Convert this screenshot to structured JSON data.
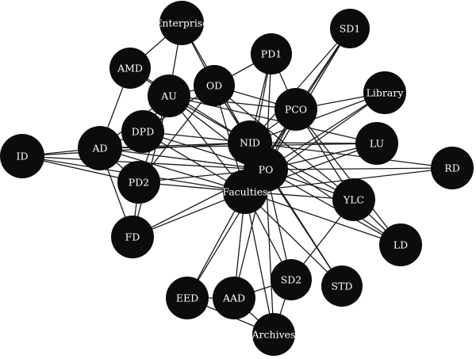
{
  "network": {
    "node_color": "#0c0c0c",
    "label_color": "#ffffff",
    "edge_color": "#1a1a1a",
    "nodes": [
      {
        "id": "enterprise",
        "label": "Enterprise"
      },
      {
        "id": "sd1",
        "label": "SD1"
      },
      {
        "id": "amd",
        "label": "AMD"
      },
      {
        "id": "pd1",
        "label": "PD1"
      },
      {
        "id": "od",
        "label": "OD"
      },
      {
        "id": "au",
        "label": "AU"
      },
      {
        "id": "library",
        "label": "Library"
      },
      {
        "id": "pco",
        "label": "PCO"
      },
      {
        "id": "dpd",
        "label": "DPD"
      },
      {
        "id": "id",
        "label": "ID"
      },
      {
        "id": "ad",
        "label": "AD"
      },
      {
        "id": "nid",
        "label": "NID"
      },
      {
        "id": "lu",
        "label": "LU"
      },
      {
        "id": "rd",
        "label": "RD"
      },
      {
        "id": "po",
        "label": "PO"
      },
      {
        "id": "pd2",
        "label": "PD2"
      },
      {
        "id": "faculties",
        "label": "Faculties"
      },
      {
        "id": "ylc",
        "label": "YLC"
      },
      {
        "id": "fd",
        "label": "FD"
      },
      {
        "id": "ld",
        "label": "LD"
      },
      {
        "id": "sd2",
        "label": "SD2"
      },
      {
        "id": "eed",
        "label": "EED"
      },
      {
        "id": "aad",
        "label": "AAD"
      },
      {
        "id": "std",
        "label": "STD"
      },
      {
        "id": "archives",
        "label": "Archives"
      }
    ],
    "edges": [
      [
        "enterprise",
        "amd"
      ],
      [
        "enterprise",
        "au"
      ],
      [
        "enterprise",
        "od"
      ],
      [
        "enterprise",
        "nid"
      ],
      [
        "amd",
        "au"
      ],
      [
        "amd",
        "ad"
      ],
      [
        "amd",
        "nid"
      ],
      [
        "au",
        "od"
      ],
      [
        "au",
        "dpd"
      ],
      [
        "au",
        "ad"
      ],
      [
        "au",
        "pd2"
      ],
      [
        "au",
        "fd"
      ],
      [
        "au",
        "nid"
      ],
      [
        "au",
        "po"
      ],
      [
        "au",
        "faculties"
      ],
      [
        "au",
        "pco"
      ],
      [
        "au",
        "lu"
      ],
      [
        "od",
        "pd1"
      ],
      [
        "od",
        "dpd"
      ],
      [
        "od",
        "pd2"
      ],
      [
        "od",
        "nid"
      ],
      [
        "od",
        "po"
      ],
      [
        "od",
        "faculties"
      ],
      [
        "od",
        "pco"
      ],
      [
        "od",
        "ylc"
      ],
      [
        "pd1",
        "pco"
      ],
      [
        "pd1",
        "nid"
      ],
      [
        "pd1",
        "po"
      ],
      [
        "pd1",
        "faculties"
      ],
      [
        "sd1",
        "pco"
      ],
      [
        "sd1",
        "nid"
      ],
      [
        "sd1",
        "po"
      ],
      [
        "sd1",
        "faculties"
      ],
      [
        "library",
        "pco"
      ],
      [
        "library",
        "po"
      ],
      [
        "library",
        "faculties"
      ],
      [
        "library",
        "nid"
      ],
      [
        "pco",
        "nid"
      ],
      [
        "pco",
        "po"
      ],
      [
        "pco",
        "faculties"
      ],
      [
        "pco",
        "ylc"
      ],
      [
        "pco",
        "ld"
      ],
      [
        "dpd",
        "nid"
      ],
      [
        "dpd",
        "po"
      ],
      [
        "dpd",
        "faculties"
      ],
      [
        "dpd",
        "ad"
      ],
      [
        "id",
        "ad"
      ],
      [
        "id",
        "nid"
      ],
      [
        "id",
        "po"
      ],
      [
        "id",
        "faculties"
      ],
      [
        "id",
        "pd2"
      ],
      [
        "ad",
        "nid"
      ],
      [
        "ad",
        "po"
      ],
      [
        "ad",
        "faculties"
      ],
      [
        "ad",
        "pd2"
      ],
      [
        "ad",
        "fd"
      ],
      [
        "ad",
        "lu"
      ],
      [
        "nid",
        "po"
      ],
      [
        "nid",
        "faculties"
      ],
      [
        "nid",
        "lu"
      ],
      [
        "nid",
        "rd"
      ],
      [
        "nid",
        "ylc"
      ],
      [
        "nid",
        "ld"
      ],
      [
        "nid",
        "std"
      ],
      [
        "lu",
        "po"
      ],
      [
        "lu",
        "faculties"
      ],
      [
        "rd",
        "po"
      ],
      [
        "rd",
        "faculties"
      ],
      [
        "po",
        "faculties"
      ],
      [
        "po",
        "pd2"
      ],
      [
        "po",
        "fd"
      ],
      [
        "po",
        "ylc"
      ],
      [
        "po",
        "ld"
      ],
      [
        "po",
        "sd2"
      ],
      [
        "po",
        "eed"
      ],
      [
        "po",
        "aad"
      ],
      [
        "po",
        "std"
      ],
      [
        "po",
        "archives"
      ],
      [
        "pd2",
        "faculties"
      ],
      [
        "pd2",
        "fd"
      ],
      [
        "faculties",
        "fd"
      ],
      [
        "faculties",
        "ylc"
      ],
      [
        "faculties",
        "ld"
      ],
      [
        "faculties",
        "sd2"
      ],
      [
        "faculties",
        "eed"
      ],
      [
        "faculties",
        "aad"
      ],
      [
        "faculties",
        "std"
      ],
      [
        "faculties",
        "archives"
      ],
      [
        "ylc",
        "sd2"
      ],
      [
        "ylc",
        "ld"
      ],
      [
        "sd2",
        "aad"
      ],
      [
        "sd2",
        "archives"
      ],
      [
        "eed",
        "aad"
      ],
      [
        "eed",
        "archives"
      ],
      [
        "aad",
        "archives"
      ]
    ]
  }
}
